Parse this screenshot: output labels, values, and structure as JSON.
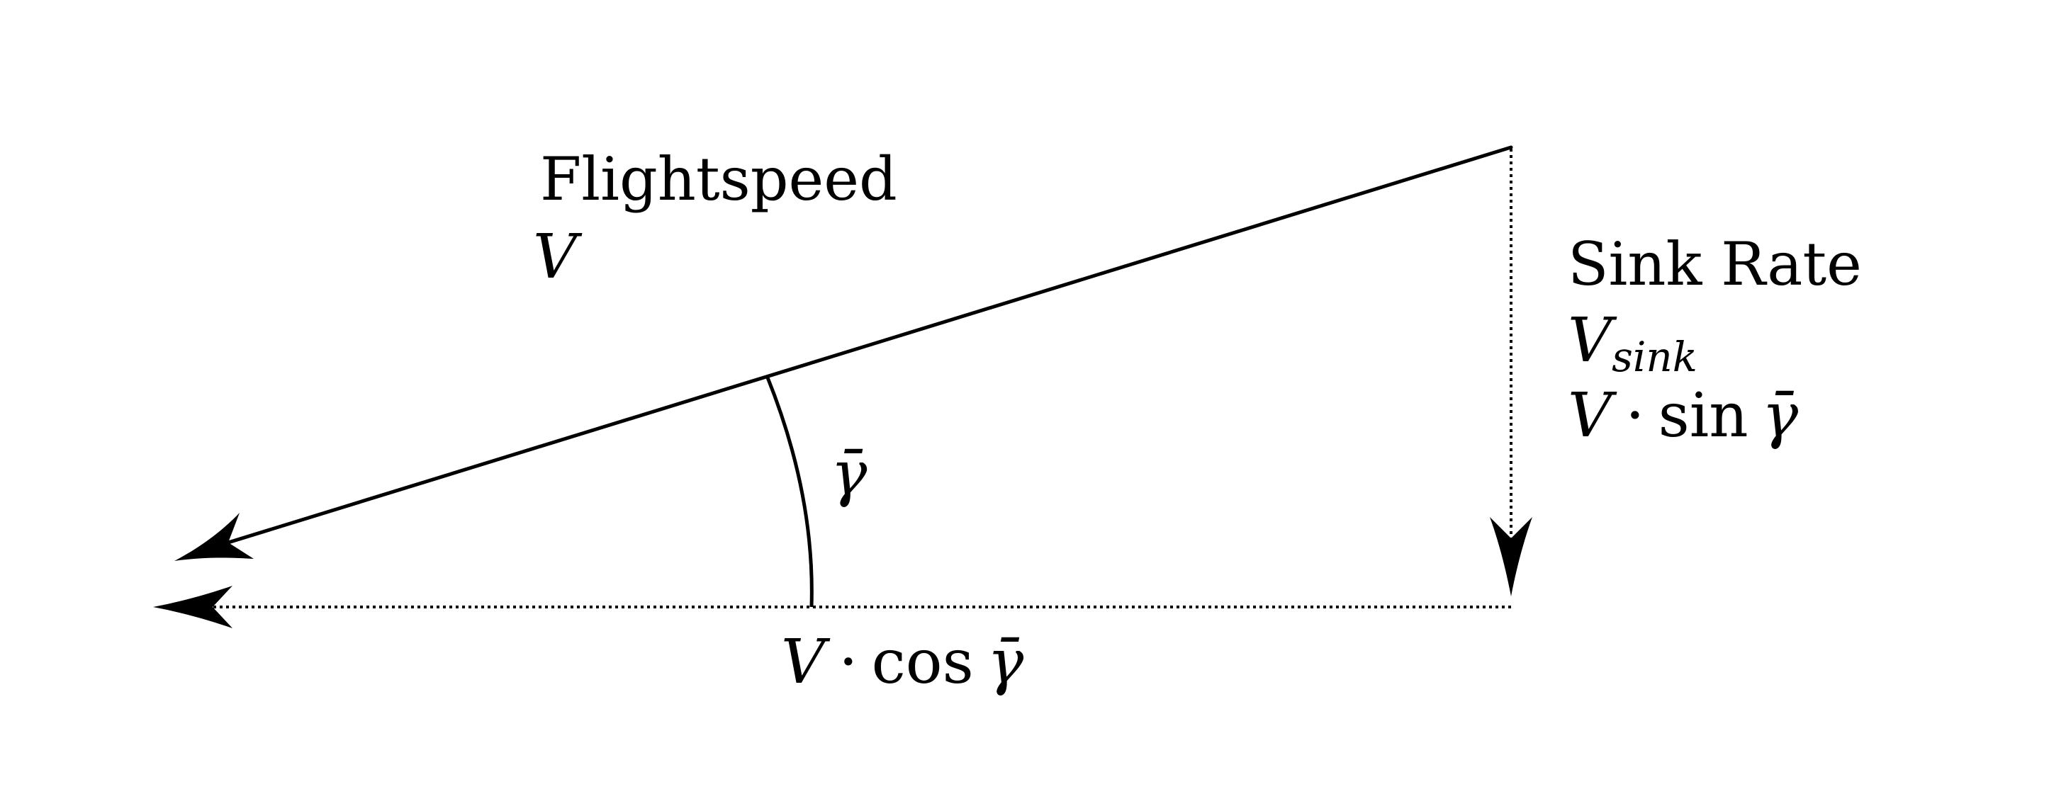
{
  "diagram": {
    "flightspeed": {
      "title": "Flightspeed",
      "symbol": "V"
    },
    "sink_rate": {
      "title": "Sink Rate",
      "symbol_base": "V",
      "symbol_subscript": "sink",
      "expr_v": "V",
      "expr_dot": "·",
      "expr_fn": "sin",
      "expr_angle": "γ̄"
    },
    "angle": {
      "symbol": "γ̄"
    },
    "horizontal": {
      "expr_v": "V",
      "expr_dot": "·",
      "expr_fn": "cos",
      "expr_angle": "γ̄"
    },
    "colors": {
      "stroke": "#000000",
      "background": "#ffffff"
    }
  }
}
